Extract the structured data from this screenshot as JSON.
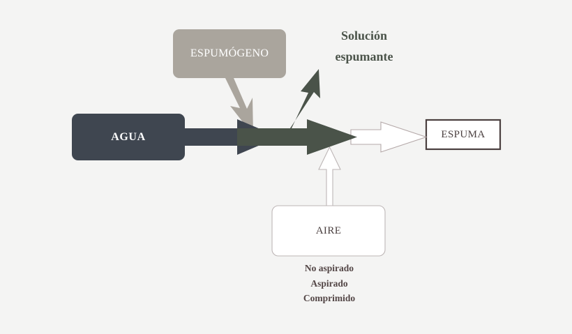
{
  "diagram": {
    "background_color": "#f4f4f3",
    "nodes": {
      "agua": {
        "label": "AGUA",
        "fill_color": "#3f4650",
        "text_color": "#ffffff"
      },
      "espumogeno": {
        "label": "ESPUMÓGENO",
        "fill_color": "#aaa59d",
        "text_color": "#ffffff"
      },
      "espuma": {
        "label": "ESPUMA",
        "fill_color": "#ffffff",
        "border_color": "#4a3f3f",
        "text_color": "#4a3f3f"
      },
      "aire": {
        "label": "AIRE",
        "fill_color": "#ffffff",
        "border_color": "#bdb6b6",
        "text_color": "#4a3f3f"
      }
    },
    "annotations": {
      "solution_label": "Solución\nespumante",
      "solution_label_color": "#4a5349",
      "air_modes": "No aspirado\nAspirado\nComprimido",
      "air_modes_color": "#534646"
    },
    "arrows": {
      "water_arrow": {
        "name": "agua-to-mix",
        "color": "#3f4650"
      },
      "foam_agent_arrow": {
        "name": "espumogeno-to-mix",
        "color": "#aaa59d"
      },
      "solution_arrow": {
        "name": "mix-to-solucion-espumante",
        "color": "#4a5349"
      },
      "mix_arrow": {
        "name": "solution-to-foam",
        "color": "#4a5349"
      },
      "foam_out_arrow": {
        "name": "foam-to-espuma",
        "fill_color": "#ffffff",
        "stroke_color": "#b4a8a8"
      },
      "air_arrow": {
        "name": "aire-to-mix",
        "fill_color": "#ffffff",
        "stroke_color": "#bdb6b6"
      }
    }
  }
}
